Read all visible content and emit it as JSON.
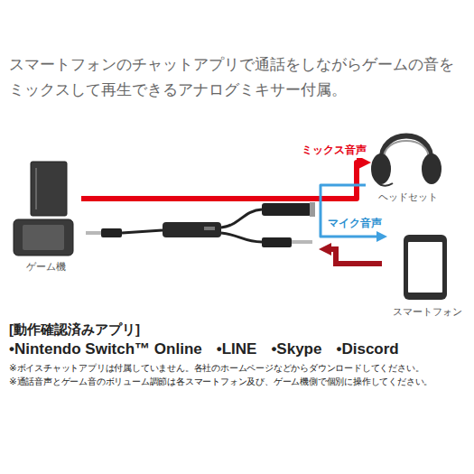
{
  "diagram": {
    "title": "スマートフォンのチャットアプリで通話をしながらゲームの音を ミックスして再生できるアナログミキサー付属。",
    "nodes": [
      {
        "text": [
          "ゲーム機"
        ]
      },
      {
        "text": [
          "ヘッドセット"
        ]
      },
      {
        "text": [
          "スマートフォン"
        ]
      }
    ],
    "edges": [
      {
        "from": 0,
        "to": 1,
        "label": "ミックス音声",
        "arrow": "to"
      },
      {
        "from": 1,
        "to": 2,
        "label": "マイク音声",
        "arrow": "to"
      }
    ],
    "labels": [
      "[動作確認済みアプリ]",
      "•Nintendo Switch™ Online",
      "•LINE",
      "•Skype",
      "•Discord",
      "※ボイスチャットアプリは付属していません。各社のホームページなどからダウンロードしてください。",
      "※通話音声とゲーム音のボリューム調節は各スマートフォン及び、ゲーム機側で個別に操作してください。"
    ]
  }
}
